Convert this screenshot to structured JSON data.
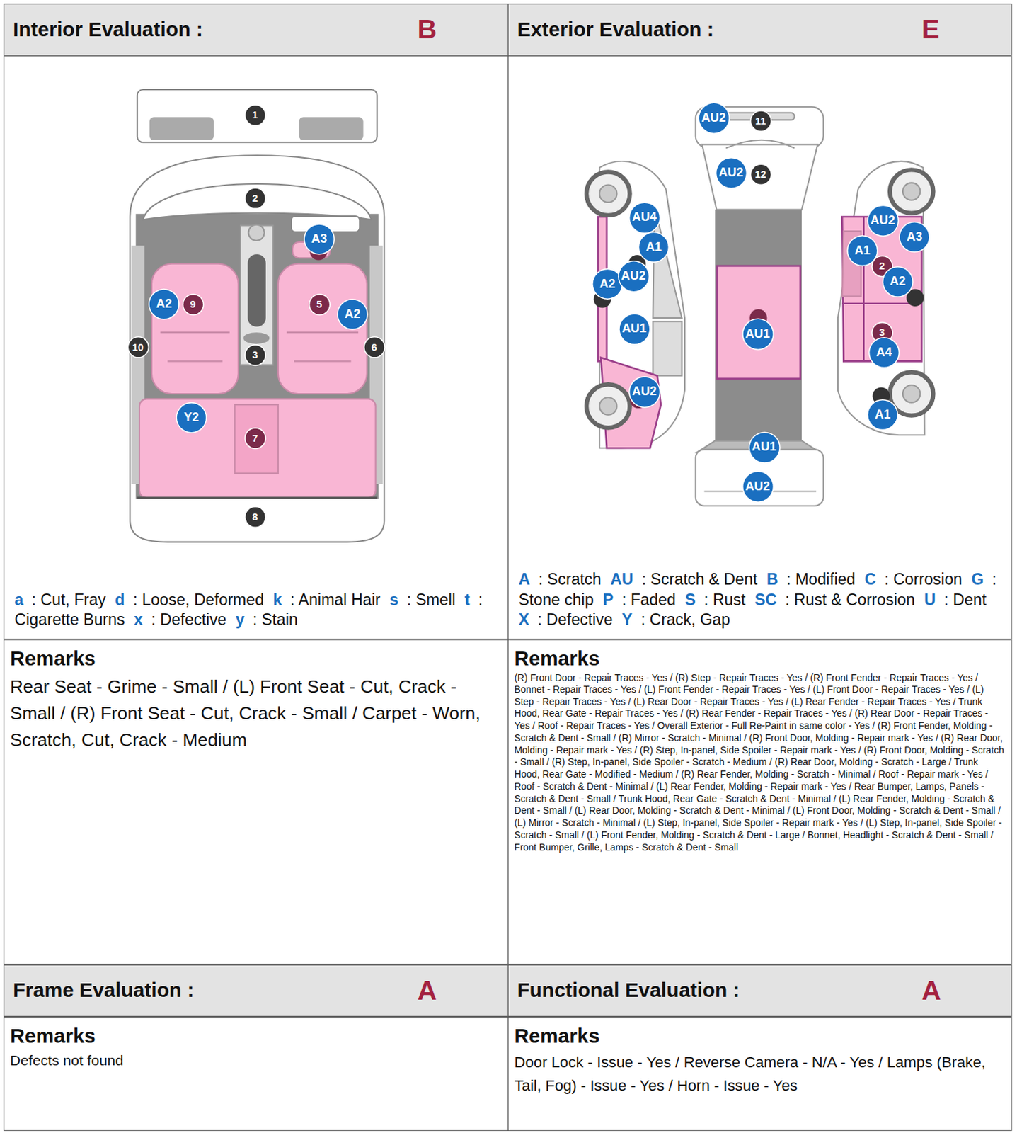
{
  "diagram": {
    "nodes": [
      {
        "text": [
          "Interior Evaluation :",
          "B"
        ]
      },
      {
        "text": [
          "Exterior Evaluation :",
          "E"
        ]
      },
      {
        "text": [
          "a",
          ": Cut, Fray",
          "d",
          ": Loose, Deformed",
          "k",
          ": Animal Hair",
          "s",
          ": Smell",
          "t",
          ": Cigarette Burns",
          "x",
          ": Defective",
          "y",
          ": Stain"
        ]
      },
      {
        "text": [
          "1"
        ],
        "in": 2
      },
      {
        "text": [
          "2"
        ],
        "in": 2
      },
      {
        "text": [
          "A3"
        ],
        "in": 2
      },
      {
        "text": [
          "A2"
        ],
        "in": 2
      },
      {
        "text": [
          "9"
        ],
        "in": 2
      },
      {
        "text": [
          "5"
        ],
        "in": 2
      },
      {
        "text": [
          "A2"
        ],
        "in": 2
      },
      {
        "text": [
          "10"
        ],
        "in": 2
      },
      {
        "text": [
          "3"
        ],
        "in": 2
      },
      {
        "text": [
          "6"
        ],
        "in": 2
      },
      {
        "text": [
          "Y2"
        ],
        "in": 2
      },
      {
        "text": [
          "7"
        ],
        "in": 2
      },
      {
        "text": [
          "8"
        ],
        "in": 2
      },
      {
        "text": [
          "A",
          ": Scratch",
          "AU",
          ": Scratch & Dent",
          "B",
          ": Modified",
          "C",
          ": Corrosion",
          "G",
          ": Stone chip",
          "P",
          ": Faded",
          "S",
          ": Rust",
          "SC",
          ": Rust & Corrosion",
          "U",
          ": Dent",
          "X",
          ": Defective",
          "Y",
          ": Crack, Gap"
        ]
      },
      {
        "text": [
          "AU2"
        ],
        "in": 16
      },
      {
        "text": [
          "11"
        ],
        "in": 16
      },
      {
        "text": [
          "AU2"
        ],
        "in": 16
      },
      {
        "text": [
          "12"
        ],
        "in": 16
      },
      {
        "text": [
          "AU4"
        ],
        "in": 16
      },
      {
        "text": [
          "A1"
        ],
        "in": 16
      },
      {
        "text": [
          "A2"
        ],
        "in": 16
      },
      {
        "text": [
          "AU2"
        ],
        "in": 16
      },
      {
        "text": [
          "AU1"
        ],
        "in": 16
      },
      {
        "text": [
          "AU2"
        ],
        "in": 16
      },
      {
        "text": [
          "AU1"
        ],
        "in": 16
      },
      {
        "text": [
          "AU2"
        ],
        "in": 16
      },
      {
        "text": [
          "A3"
        ],
        "in": 16
      },
      {
        "text": [
          "A1"
        ],
        "in": 16
      },
      {
        "text": [
          "2"
        ],
        "in": 16
      },
      {
        "text": [
          "A2"
        ],
        "in": 16
      },
      {
        "text": [
          "3"
        ],
        "in": 16
      },
      {
        "text": [
          "A4"
        ],
        "in": 16
      },
      {
        "text": [
          "A1"
        ],
        "in": 16
      },
      {
        "text": [
          "AU1"
        ],
        "in": 16
      },
      {
        "text": [
          "AU2"
        ],
        "in": 16
      },
      {
        "text": [
          "Remarks",
          "Rear Seat - Grime - Small / (L) Front Seat - Cut, Crack - Small / (R) Front Seat - Cut, Crack - Small / Carpet - Worn, Scratch, Cut, Crack - Medium"
        ]
      },
      {
        "text": [
          "Remarks",
          "(R) Front Door - Repair Traces - Yes / (R) Step - Repair Traces - Yes / (R) Front Fender - Repair Traces - Yes / Bonnet - Repair Traces - Yes / (L) Front Fender - Repair Traces - Yes / (L) Front Door - Repair Traces - Yes / (L) Step - Repair Traces - Yes / (L) Rear Door - Repair Traces - Yes / (L) Rear Fender - Repair Traces - Yes / Trunk Hood, Rear Gate - Repair Traces - Yes / (R) Rear Fender - Repair Traces - Yes / (R) Rear Door - Repair Traces - Yes / Roof - Repair Traces - Yes / Overall Exterior - Full Re-Paint in same color - Yes / (R) Front Fender, Molding - Scratch & Dent - Small / (R) Mirror - Scratch - Minimal / (R) Front Door, Molding - Repair mark - Yes / (R) Rear Door, Molding - Repair mark - Yes / (R) Step, In-panel, Side Spoiler - Repair mark - Yes / (R) Front Door, Molding - Scratch - Small / (R) Step, In-panel, Side Spoiler - Scratch - Medium / (R) Rear Door, Molding - Scratch - Large / Trunk Hood, Rear Gate - Modified - Medium / (R) Rear Fender, Molding - Scratch - Minimal / Roof - Repair mark - Yes / Roof - Scratch & Dent - Minimal / (L) Rear Fender, Molding - Repair mark - Yes / Rear Bumper, Lamps, Panels - Scratch & Dent - Small / Trunk Hood, Rear Gate - Scratch & Dent - Minimal / (L) Rear Fender, Molding - Scratch & Dent - Small / (L) Rear Door, Molding - Scratch & Dent - Minimal / (L) Front Door, Molding - Scratch & Dent - Small / (L) Mirror - Scratch - Minimal / (L) Step, In-panel, Side Spoiler - Repair mark - Yes / (L) Step, In-panel, Side Spoiler - Scratch - Small / (L) Front Fender, Molding - Scratch & Dent - Large / Bonnet, Headlight - Scratch & Dent - Small / Front Bumper, Grille, Lamps - Scratch & Dent - Small"
        ]
      },
      {
        "text": [
          "Frame Evaluation :",
          "A"
        ]
      },
      {
        "text": [
          "Functional Evaluation :",
          "A"
        ]
      },
      {
        "text": [
          "Remarks",
          "Defects not found"
        ]
      },
      {
        "text": [
          "Remarks",
          "Door Lock - Issue - Yes / Reverse Camera - N/A - Yes / Lamps (Brake, Tail, Fog) - Issue - Yes / Horn - Issue - Yes"
        ]
      }
    ]
  }
}
